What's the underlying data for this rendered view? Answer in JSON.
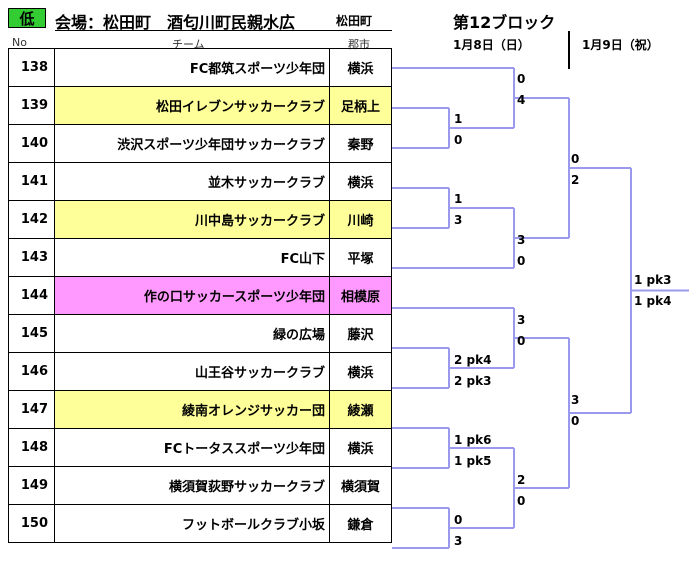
{
  "header": {
    "badge": "低",
    "venue": "会場：松田町　酒匂川町民親水広",
    "venue_small": "松田町",
    "block": "第12ブロック",
    "day1": "1月8日（日）",
    "day2": "1月9日（祝）",
    "col_no": "No",
    "col_team": "チーム",
    "col_city": "郡市"
  },
  "teams": [
    {
      "no": "138",
      "name": "FC都筑スポーツ少年団",
      "city": "横浜",
      "highlight": "none"
    },
    {
      "no": "139",
      "name": "松田イレブンサッカークラブ",
      "city": "足柄上",
      "highlight": "yellow"
    },
    {
      "no": "140",
      "name": "渋沢スポーツ少年団サッカークラブ",
      "city": "秦野",
      "highlight": "none"
    },
    {
      "no": "141",
      "name": "並木サッカークラブ",
      "city": "横浜",
      "highlight": "none"
    },
    {
      "no": "142",
      "name": "川中島サッカークラブ",
      "city": "川崎",
      "highlight": "yellow"
    },
    {
      "no": "143",
      "name": "FC山下",
      "city": "平塚",
      "highlight": "none"
    },
    {
      "no": "144",
      "name": "作の口サッカースポーツ少年団",
      "city": "相模原",
      "highlight": "pink"
    },
    {
      "no": "145",
      "name": "緑の広場",
      "city": "藤沢",
      "highlight": "none"
    },
    {
      "no": "146",
      "name": "山王谷サッカークラブ",
      "city": "横浜",
      "highlight": "none"
    },
    {
      "no": "147",
      "name": "綾南オレンジサッカー団",
      "city": "綾瀬",
      "highlight": "yellow"
    },
    {
      "no": "148",
      "name": "FCトータススポーツ少年団",
      "city": "横浜",
      "highlight": "none"
    },
    {
      "no": "149",
      "name": "横須賀荻野サッカークラブ",
      "city": "横須賀",
      "highlight": "none"
    },
    {
      "no": "150",
      "name": "フットボールクラブ小坂",
      "city": "鎌倉",
      "highlight": "none"
    }
  ],
  "scores": {
    "r1_139_140": [
      "1",
      "0"
    ],
    "r1_141_142": [
      "1",
      "3"
    ],
    "r1_145_146": [
      "2 pk4",
      "2 pk3"
    ],
    "r1_147_148": [
      "1 pk6",
      "1 pk5"
    ],
    "r1_149_150": [
      "0",
      "3"
    ],
    "r2_138_w": [
      "0",
      "4"
    ],
    "r2_w_143": [
      "3",
      "0"
    ],
    "r2_144_w": [
      "3",
      "0"
    ],
    "r2_w_w": [
      "2",
      "0"
    ],
    "r3_top": [
      "0",
      "2"
    ],
    "r3_bottom": [
      "3",
      "0"
    ],
    "final": [
      "1 pk3",
      "1 pk4"
    ]
  },
  "colors": {
    "line": "#9999ee",
    "badge": "#33cc33",
    "yellow": "#ffff99",
    "pink": "#ff99ff"
  }
}
